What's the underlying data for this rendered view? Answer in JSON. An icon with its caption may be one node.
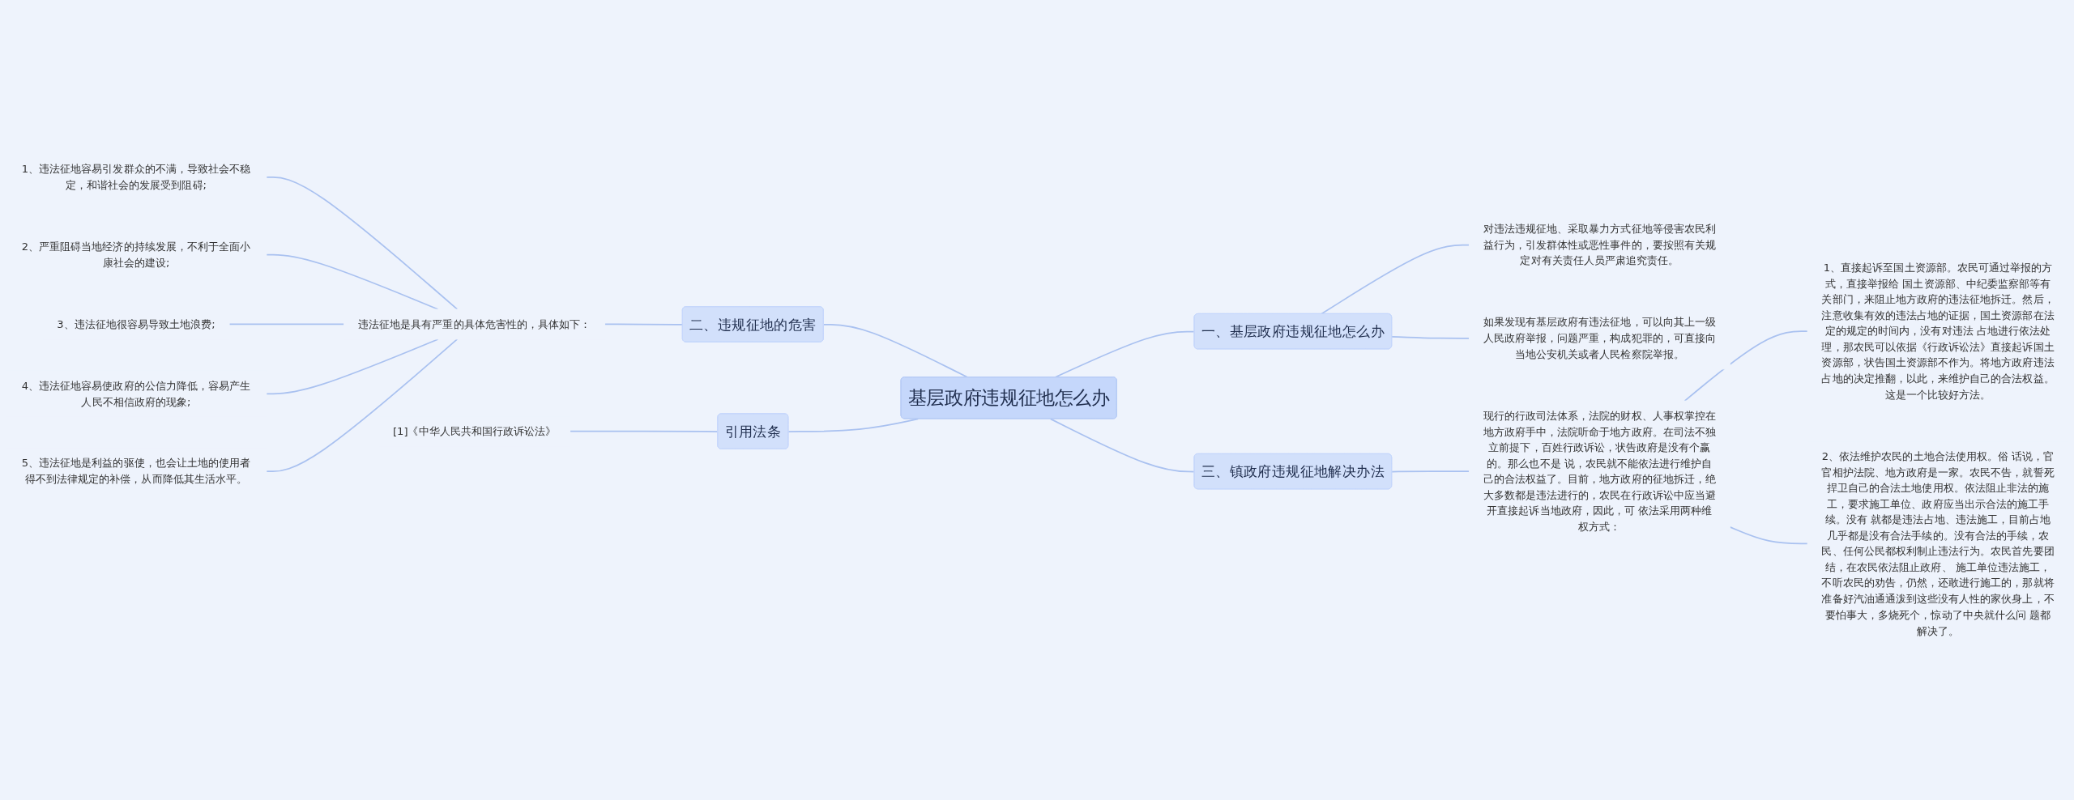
{
  "diagram": {
    "nodes": [
      {
        "text": [
          "基层政府违规征地怎么办"
        ]
      },
      {
        "text": [
          "一、基层政府违规征地怎么办"
        ]
      },
      {
        "text": [
          "对违法违规征地、采取暴力方式征地等侵害农民利益行为，引发群体性或恶性事件的，要按照有关规定对有关责任人员严肃追究责任。"
        ]
      },
      {
        "text": [
          "如果发现有基层政府有违法征地，可以向其上一级人民政府举报，问题严重，构成犯罪的，可直接向当地公安机关或者人民检察院举报。"
        ]
      },
      {
        "text": [
          "二、违规征地的危害"
        ]
      },
      {
        "text": [
          "违法征地是具有严重的具体危害性的，具体如下："
        ]
      },
      {
        "text": [
          "1、违法征地容易引发群众的不满，导致社会不稳定，和谐社会的发展受到阻碍;"
        ]
      },
      {
        "text": [
          "2、严重阻碍当地经济的持续发展，不利于全面小康社会的建设;"
        ]
      },
      {
        "text": [
          "3、违法征地很容易导致土地浪费;"
        ]
      },
      {
        "text": [
          "4、违法征地容易使政府的公信力降低，容易产生人民不相信政府的现象;"
        ]
      },
      {
        "text": [
          "5、违法征地是利益的驱使，也会让土地的使用者得不到法律规定的补偿，从而降低其生活水平。"
        ]
      },
      {
        "text": [
          "三、镇政府违规征地解决办法"
        ]
      },
      {
        "text": [
          "现行的行政司法体系，法院的财权、人事权掌控在地方政府手中，法院听命于地方政府。在司法不独立前提下，百姓行政诉讼，状告政府是没有个赢的。那么也不是 说，农民就不能依法进行维护自己的合法权益了。目前，地方政府的征地拆迁，绝大多数都是违法进行的，农民在行政诉讼中应当避开直接起诉当地政府，因此，可 依法采用两种维权方式："
        ]
      },
      {
        "text": [
          "1、直接起诉至国土资源部。农民可通过举报的方式，直接举报给 国土资源部、中纪委监察部等有关部门，来阻止地方政府的违法征地拆迁。然后，注意收集有效的违法占地的证据，国土资源部在法定的规定的时间内，没有对违法 占地进行依法处理，那农民可以依据《行政诉讼法》直接起诉国土资源部，状告国土资源部不作为。将地方政府违法占地的决定推翻，以此，来维护自己的合法权益。这是一个比较好方法。"
        ]
      },
      {
        "text": [
          "2、依法维护农民的土地合法使用权。俗 话说，官官相护法院、地方政府是一家。农民不告，就誓死捍卫自己的合法土地使用权。依法阻止非法的施工，要求施工单位、政府应当出示合法的施工手续。没有 就都是违法占地、违法施工，目前占地几乎都是没有合法手续的。没有合法的手续，农民、任何公民都权利制止违法行为。农民首先要团结，在农民依法阻止政府、 施工单位违法施工，不听农民的劝告，仍然，还敢进行施工的，那就将准备好汽油通通泼到这些没有人性的家伙身上，不要怕事大，多烧死个，惊动了中央就什么问 题都解决了。"
        ]
      },
      {
        "text": [
          "引用法条"
        ]
      },
      {
        "text": [
          "[1]《中华人民共和国行政诉讼法》"
        ]
      }
    ],
    "edges": [
      {
        "from": 0,
        "to": 1,
        "arrow": "none"
      },
      {
        "from": 1,
        "to": 2,
        "arrow": "none"
      },
      {
        "from": 1,
        "to": 3,
        "arrow": "none"
      },
      {
        "from": 4,
        "to": 0,
        "arrow": "none"
      },
      {
        "from": 5,
        "to": 4,
        "arrow": "none"
      },
      {
        "from": 6,
        "to": 5,
        "arrow": "none"
      },
      {
        "from": 7,
        "to": 5,
        "arrow": "none"
      },
      {
        "from": 8,
        "to": 5,
        "arrow": "none"
      },
      {
        "from": 9,
        "to": 5,
        "arrow": "none"
      },
      {
        "from": 10,
        "to": 5,
        "arrow": "none"
      },
      {
        "from": 0,
        "to": 11,
        "arrow": "none"
      },
      {
        "from": 11,
        "to": 12,
        "arrow": "none"
      },
      {
        "from": 12,
        "to": 13,
        "arrow": "none"
      },
      {
        "from": 12,
        "to": 14,
        "arrow": "none"
      },
      {
        "from": 15,
        "to": 0,
        "arrow": "none"
      },
      {
        "from": 16,
        "to": 15,
        "arrow": "none"
      }
    ]
  }
}
